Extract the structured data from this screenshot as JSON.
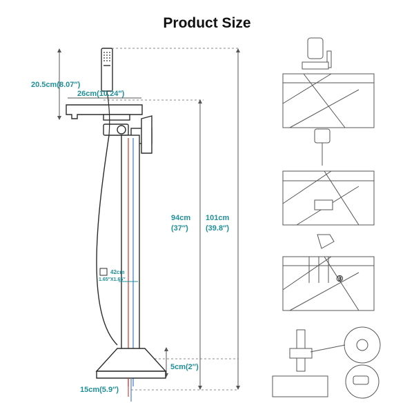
{
  "title": "Product Size",
  "dimensions": {
    "handshower_height": "20.5cm(8.07″)",
    "spout_length": "26cm(10.24″)",
    "pipe_height_cm": "94cm",
    "pipe_height_in": "(37″)",
    "total_height_cm": "101cm",
    "total_height_in": "(39.8″)",
    "pipe_section_cm": "42cm",
    "pipe_section_in": "1.65″X1.65″",
    "base_height": "5cm(2″)",
    "base_width": "15cm(5.9″)"
  },
  "colors": {
    "accent": "#1f8f98",
    "hot_line": "#d9423a",
    "cold_line": "#4a7fd4",
    "outline": "#2b2b2b",
    "dim_line": "#777777"
  },
  "install_steps": {
    "step3_label": "③"
  }
}
